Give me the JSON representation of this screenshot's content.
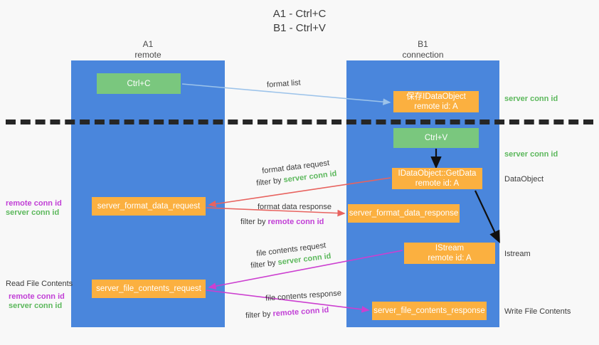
{
  "title": {
    "line1": "A1 - Ctrl+C",
    "line2": "B1 - Ctrl+V"
  },
  "lanes": [
    {
      "id": "a1",
      "name": "A1",
      "role": "remote",
      "color": "#4a86dc"
    },
    {
      "id": "b1",
      "name": "B1",
      "role": "connection",
      "color": "#4a86dc"
    }
  ],
  "nodes": {
    "ctrl_c": "Ctrl+C",
    "data_object_line1": "保存IDataObject",
    "data_object_line2": "remote id: A",
    "ctrl_v": "Ctrl+V",
    "get_data_line1": "IDataObject::GetData",
    "get_data_line2": "remote id: A",
    "format_data_request": "server_format_data_request",
    "format_data_response": "server_format_data_response",
    "istream_line1": "IStream",
    "istream_line2": "remote id: A",
    "file_contents_request": "server_file_contents_request",
    "file_contents_response": "server_file_contents_response"
  },
  "annotations": {
    "format_list": "format list",
    "format_data_request": "format data request",
    "filter_by": "filter by ",
    "server_conn_id": "server conn id",
    "remote_conn_id": "remote conn id",
    "format_data_response": "format data response",
    "file_contents_request": "file contents request",
    "file_contents_response": "file contents response"
  },
  "right_labels": {
    "server_conn_id_top": "server conn id",
    "server_conn_id_mid": "server conn id",
    "data_object": "DataObject",
    "istream": "Istream",
    "write_file_contents": "Write File Contents"
  },
  "left_labels": {
    "remote_conn_id_top": "remote conn id",
    "server_conn_id_top": "server conn id",
    "read_file_contents": "Read File Contents",
    "remote_conn_id_bottom": "remote conn id",
    "server_conn_id_bottom": "server conn id"
  },
  "colors": {
    "lane_blue": "#4a86dc",
    "node_green": "#7ac77e",
    "node_orange": "#fbb040",
    "arrow_light_blue": "#9cc3ea",
    "arrow_red": "#e8635f",
    "arrow_magenta": "#cc3fd0",
    "arrow_black": "#101010",
    "text_green": "#5cb85c",
    "text_purple": "#c13fd6",
    "background": "#f8f8f8"
  }
}
